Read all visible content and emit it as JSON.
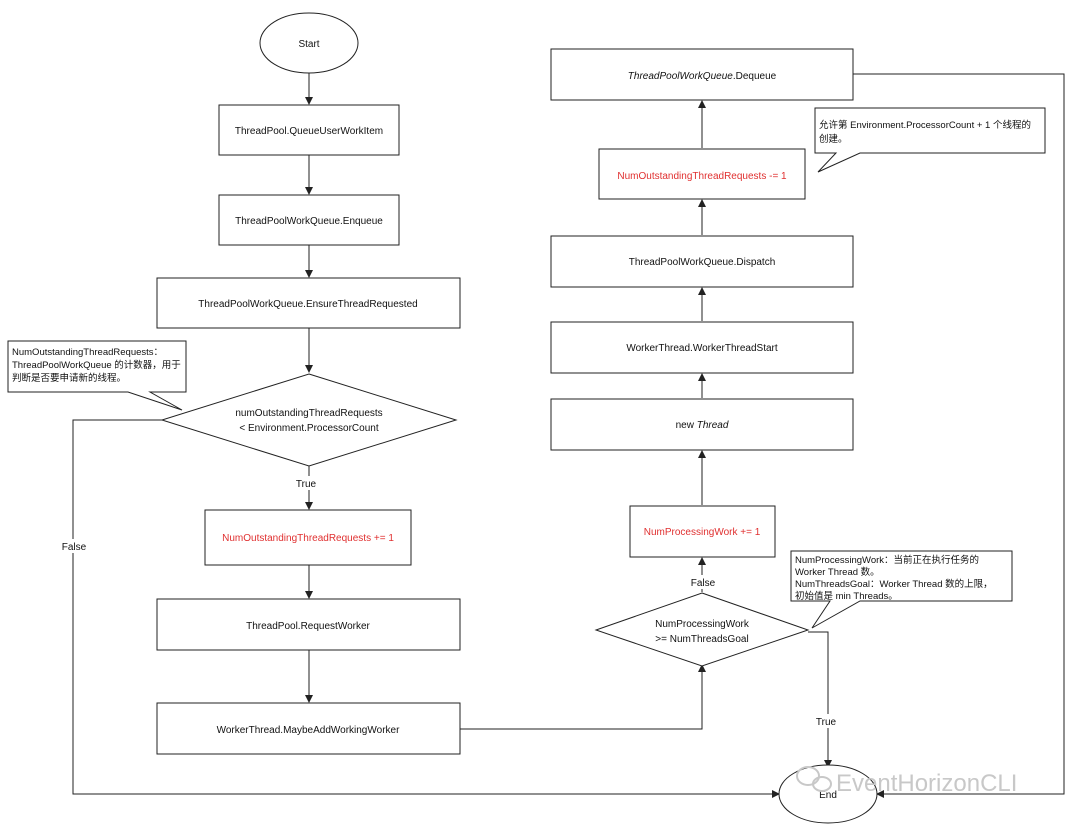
{
  "nodes": {
    "start": "Start",
    "end": "End",
    "queue_user_work_item": "ThreadPool.QueueUserWorkItem",
    "enqueue": "ThreadPoolWorkQueue.Enqueue",
    "ensure_thread_requested": "ThreadPoolWorkQueue.EnsureThreadRequested",
    "decision_outstanding_line1": "numOutstandingThreadRequests",
    "decision_outstanding_line2": "< Environment.ProcessorCount",
    "increment_outstanding": "NumOutstandingThreadRequests += 1",
    "request_worker": "ThreadPool.RequestWorker",
    "maybe_add_working_worker": "WorkerThread.MaybeAddWorkingWorker",
    "decision_processing_line1": "NumProcessingWork",
    "decision_processing_line2": ">= NumThreadsGoal",
    "increment_processing": "NumProcessingWork += 1",
    "new_thread_prefix": "new ",
    "new_thread_italic": "Thread",
    "worker_thread_start": "WorkerThread.WorkerThreadStart",
    "dispatch": "ThreadPoolWorkQueue.Dispatch",
    "decrement_outstanding": "NumOutstandingThreadRequests -= 1",
    "dequeue_italic": "ThreadPoolWorkQueue",
    "dequeue_suffix": ".Dequeue"
  },
  "edge_labels": {
    "true_left": "True",
    "false_left": "False",
    "false_right": "False",
    "true_right": "True"
  },
  "notes": {
    "outstanding": [
      "NumOutstandingThreadRequests：",
      "ThreadPoolWorkQueue 的计数器，用于",
      "判断是否要申请新的线程。"
    ],
    "processing": [
      "NumProcessingWork：当前正在执行任务的",
      "Worker Thread 数。",
      "NumThreadsGoal：Worker Thread 数的上限，",
      "初始值是 min Threads。"
    ],
    "processor_count": [
      "允许第 Environment.ProcessorCount + 1 个线程的",
      "创建。"
    ]
  },
  "watermark": "EventHorizonCLI",
  "colors": {
    "highlight_text": "#e03030",
    "stroke": "#222222"
  }
}
